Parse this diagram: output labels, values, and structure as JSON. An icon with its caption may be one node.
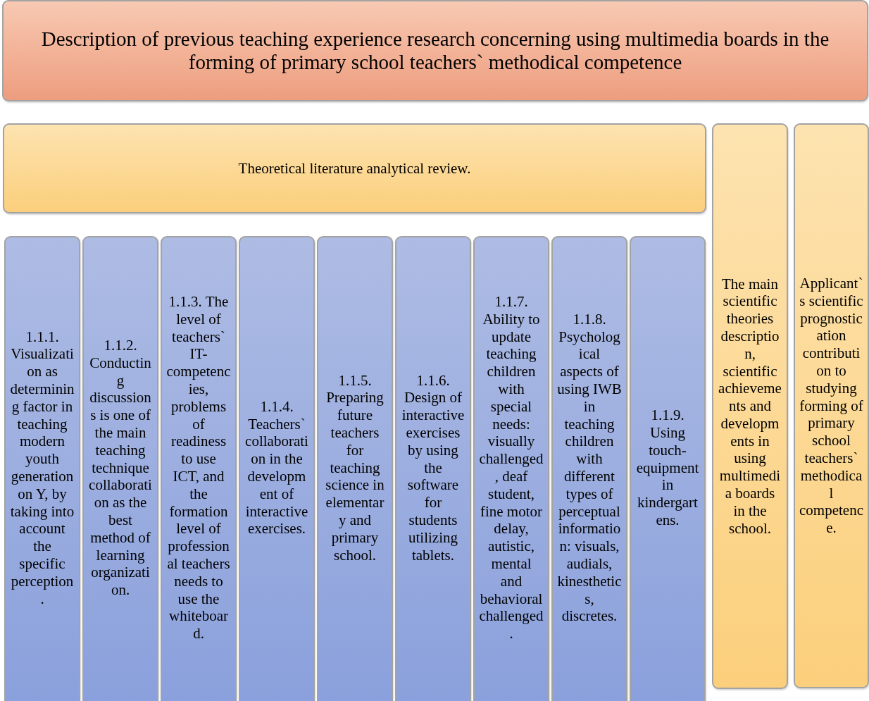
{
  "diagram": {
    "nodes": [
      {
        "text": [
          "Description of previous teaching experience research concerning using multimedia boards in the forming of primary school teachers` methodical competence"
        ]
      },
      {
        "text": [
          "Theoretical literature analytical review."
        ]
      },
      {
        "text": [
          "The main scientific theories description, scientific achievements and developments in using multimedia boards in the school."
        ]
      },
      {
        "text": [
          "Applicant`s scientific prognostication contribution to studying forming of primary school teachers` methodical competence."
        ]
      },
      {
        "text": [
          "1.1.1. Visualization as determining factor in teaching modern youth generation on Y, by taking into account the specific perception."
        ]
      },
      {
        "text": [
          "1.1.2. Conducting discussions is one of the main teaching technique collaboration as the best method of learning organization."
        ]
      },
      {
        "text": [
          "1.1.3. The level of teachers` IT-competencies, problems of readiness to use ICT, and the formation level of professional teachers needs to use the whiteboard."
        ]
      },
      {
        "text": [
          "1.1.4. Teachers` collaboration in the development of interactive exercises."
        ]
      },
      {
        "text": [
          "1.1.5. Preparing future teachers for teaching science in elementary and primary school."
        ]
      },
      {
        "text": [
          "1.1.6. Design of interactive exercises by using the software for students utilizing tablets."
        ]
      },
      {
        "text": [
          "1.1.7. Ability to update teaching children with special needs: visually challenged, deaf student, fine motor delay, autistic, mental and behavioral challenged."
        ]
      },
      {
        "text": [
          "1.1.8. Psychological aspects of using IWB in teaching children with different types of perceptual information: visuals, audials, kinesthetics, discretes."
        ]
      },
      {
        "text": [
          "1.1.9. Using touch-equipment in kindergartens."
        ]
      }
    ],
    "edges": []
  }
}
